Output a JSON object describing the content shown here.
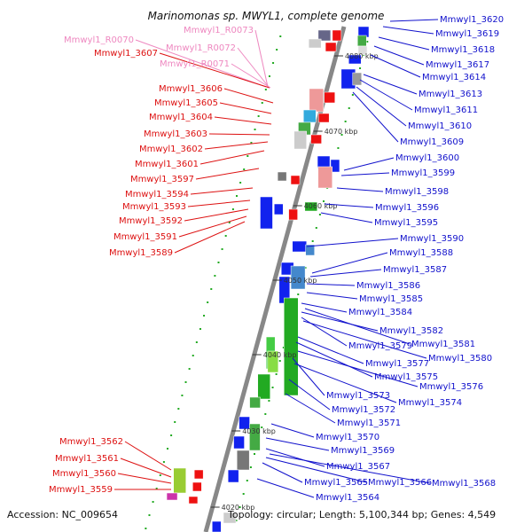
{
  "title": "Marinomonas sp. MWYL1, complete genome",
  "footer": {
    "accession": "Accession: NC_009654",
    "topology": "Topology: circular; Length: 5,100,344 bp; Genes: 4,549"
  },
  "colors": {
    "left_label": "#dd1111",
    "left_label_rna": "#ee88c0",
    "right_label": "#1111cc",
    "strand_line": "#888888",
    "forward_gene": "#ee1111",
    "reverse_gene": "#1122ee"
  },
  "scale_marks": [
    {
      "text": "4080 kbp"
    },
    {
      "text": "4070 kbp"
    },
    {
      "text": "4060 kbp"
    },
    {
      "text": "4050 kbp"
    },
    {
      "text": "4040 kbp"
    },
    {
      "text": "4030 kbp"
    },
    {
      "text": "4020 kbp"
    }
  ],
  "left_labels": [
    {
      "text": "Mmwyl1_R0070",
      "type": "rna"
    },
    {
      "text": "Mmwyl1_R0073",
      "type": "rna"
    },
    {
      "text": "Mmwyl1_R0072",
      "type": "rna"
    },
    {
      "text": "Mmwyl1_3607",
      "type": "gene"
    },
    {
      "text": "Mmwyl1_R0071",
      "type": "rna"
    },
    {
      "text": "Mmwyl1_3606",
      "type": "gene"
    },
    {
      "text": "Mmwyl1_3605",
      "type": "gene"
    },
    {
      "text": "Mmwyl1_3604",
      "type": "gene"
    },
    {
      "text": "Mmwyl1_3603",
      "type": "gene"
    },
    {
      "text": "Mmwyl1_3602",
      "type": "gene"
    },
    {
      "text": "Mmwyl1_3601",
      "type": "gene"
    },
    {
      "text": "Mmwyl1_3597",
      "type": "gene"
    },
    {
      "text": "Mmwyl1_3594",
      "type": "gene"
    },
    {
      "text": "Mmwyl1_3593",
      "type": "gene"
    },
    {
      "text": "Mmwyl1_3592",
      "type": "gene"
    },
    {
      "text": "Mmwyl1_3591",
      "type": "gene"
    },
    {
      "text": "Mmwyl1_3589",
      "type": "gene"
    },
    {
      "text": "Mmwyl1_3562",
      "type": "gene"
    },
    {
      "text": "Mmwyl1_3561",
      "type": "gene"
    },
    {
      "text": "Mmwyl1_3560",
      "type": "gene"
    },
    {
      "text": "Mmwyl1_3559",
      "type": "gene"
    }
  ],
  "right_labels": [
    {
      "text": "Mmwyl1_3620"
    },
    {
      "text": "Mmwyl1_3619"
    },
    {
      "text": "Mmwyl1_3618"
    },
    {
      "text": "Mmwyl1_3617"
    },
    {
      "text": "Mmwyl1_3614"
    },
    {
      "text": "Mmwyl1_3613"
    },
    {
      "text": "Mmwyl1_3611"
    },
    {
      "text": "Mmwyl1_3610"
    },
    {
      "text": "Mmwyl1_3609"
    },
    {
      "text": "Mmwyl1_3600"
    },
    {
      "text": "Mmwyl1_3599"
    },
    {
      "text": "Mmwyl1_3598"
    },
    {
      "text": "Mmwyl1_3596"
    },
    {
      "text": "Mmwyl1_3595"
    },
    {
      "text": "Mmwyl1_3590"
    },
    {
      "text": "Mmwyl1_3588"
    },
    {
      "text": "Mmwyl1_3587"
    },
    {
      "text": "Mmwyl1_3586"
    },
    {
      "text": "Mmwyl1_3585"
    },
    {
      "text": "Mmwyl1_3584"
    },
    {
      "text": "Mmwyl1_3582"
    },
    {
      "text": "Mmwyl1_3579"
    },
    {
      "text": "Mmwyl1_3581"
    },
    {
      "text": "Mmwyl1_3580"
    },
    {
      "text": "Mmwyl1_3577"
    },
    {
      "text": "Mmwyl1_3575"
    },
    {
      "text": "Mmwyl1_3576"
    },
    {
      "text": "Mmwyl1_3573"
    },
    {
      "text": "Mmwyl1_3574"
    },
    {
      "text": "Mmwyl1_3572"
    },
    {
      "text": "Mmwyl1_3571"
    },
    {
      "text": "Mmwyl1_3570"
    },
    {
      "text": "Mmwyl1_3569"
    },
    {
      "text": "Mmwyl1_3567"
    },
    {
      "text": "Mmwyl1_3565"
    },
    {
      "text": "Mmwyl1_3566"
    },
    {
      "text": "Mmwyl1_3568"
    },
    {
      "text": "Mmwyl1_3564"
    }
  ]
}
